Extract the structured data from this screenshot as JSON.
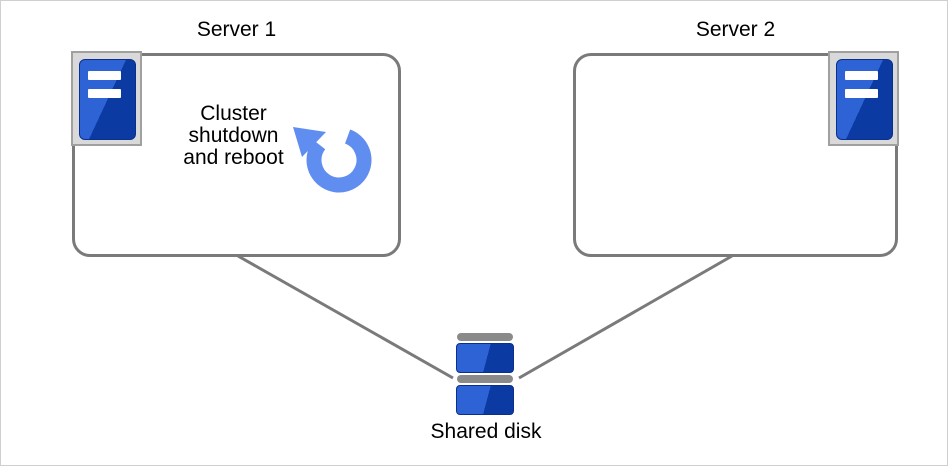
{
  "theme": {
    "canvas-bg": "#ffffff",
    "canvas-border": "#cfcfcf",
    "box-border": "#7a7a7a",
    "connector": "#7a7a7a",
    "text": "#000000",
    "icon-frame-fill": "#d9d9d9",
    "icon-frame-border": "#a0a0a0",
    "blue-light": "#2e63d6",
    "blue-dark": "#0c3aa3",
    "blue-edge": "#0a2f8c",
    "disk-bar": "#8a8a8a",
    "refresh-blue": "#5f8ef0"
  },
  "server1": {
    "title": "Server 1",
    "annotation": {
      "line1": "Cluster",
      "line2": "shutdown",
      "line3": "and reboot"
    }
  },
  "server2": {
    "title": "Server 2"
  },
  "shared_disk": {
    "label": "Shared disk"
  }
}
